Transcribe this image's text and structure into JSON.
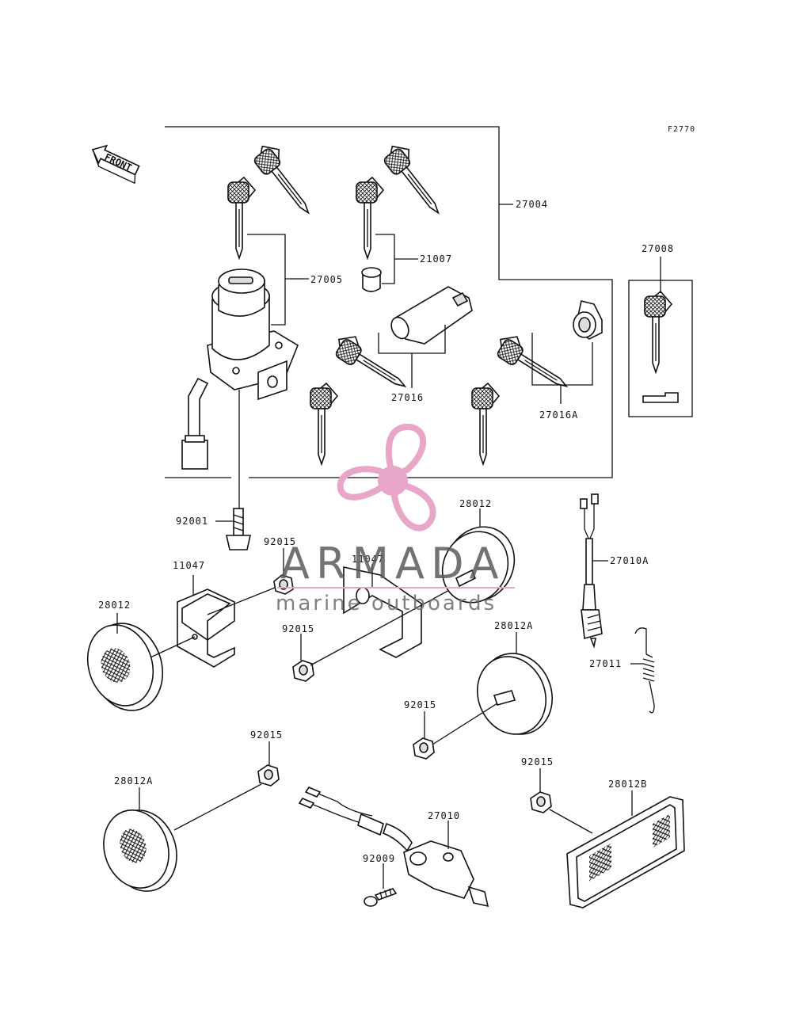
{
  "figure_code": "F2770",
  "front_label": "FRONT",
  "parts": {
    "p27004": "27004",
    "p27005": "27005",
    "p21007": "21007",
    "p27016": "27016",
    "p27016A": "27016A",
    "p27008": "27008",
    "p92001": "92001",
    "p28012_top": "28012",
    "p27010A": "27010A",
    "p11047_left": "11047",
    "p92015_a": "92015",
    "p11047_mid": "11047",
    "p28012_left": "28012",
    "p92015_b": "92015",
    "p28012A_right": "28012A",
    "p27011": "27011",
    "p92015_c": "92015",
    "p92015_d": "92015",
    "p28012A_left": "28012A",
    "p92015_e": "92015",
    "p28012B": "28012B",
    "p27010": "27010",
    "p92009": "92009"
  },
  "watermark": {
    "brand": "ARMADA",
    "tagline": "marine outboards",
    "color": "#e8a6c8"
  }
}
